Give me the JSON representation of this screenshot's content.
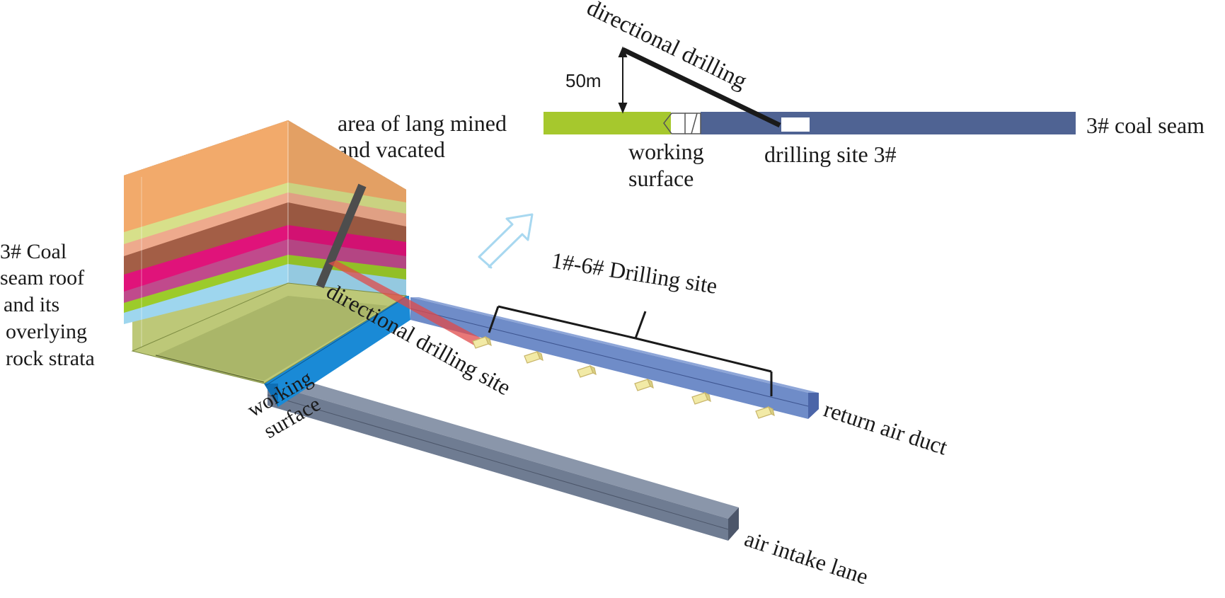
{
  "labels": {
    "directional_drilling_top": "directional drilling",
    "height_50m": "50m",
    "area_mined_line1": "area of lang mined",
    "area_mined_line2": "and vacated",
    "working_surface_top_line1": "working",
    "working_surface_top_line2": "surface",
    "drilling_site_3": "drilling site 3#",
    "coal_seam_3": "3# coal seam",
    "strata_line1": "3#  Coal",
    "strata_line2": "seam roof",
    "strata_line3": "and its",
    "strata_line4": "overlying",
    "strata_line5": "rock strata",
    "drilling_sites_1_6": "1#-6# Drilling site",
    "directional_drilling_site": "directional drilling site",
    "working_surface_3d_line1": "working",
    "working_surface_3d_line2": "surface",
    "return_air_duct": "return air duct",
    "air_intake_lane": "air intake lane"
  },
  "colors": {
    "gob_green": "#a6c82d",
    "coal_seam_blue": "#4f6393",
    "return_duct_blue": "#6f8cc8",
    "intake_lane_grey": "#6f7c92",
    "working_face_blue": "#1a8ad6",
    "arrow_light_blue": "#a8d8f0",
    "drill_pipe_dark": "#4d4d4d",
    "drill_trajectory_red": "#e0494a",
    "drill_site_cream": "#f2eaa6",
    "strata_orange": "#f2aa6b",
    "strata_pale_green": "#d7e08a",
    "strata_salmon": "#eeaa8d",
    "strata_brown": "#a35e46",
    "strata_magenta": "#e0137a",
    "strata_purple": "#c04a8c",
    "strata_lime": "#9ccb2a",
    "strata_light_blue": "#9ed6ee",
    "strata_olive": "#bdc878"
  }
}
